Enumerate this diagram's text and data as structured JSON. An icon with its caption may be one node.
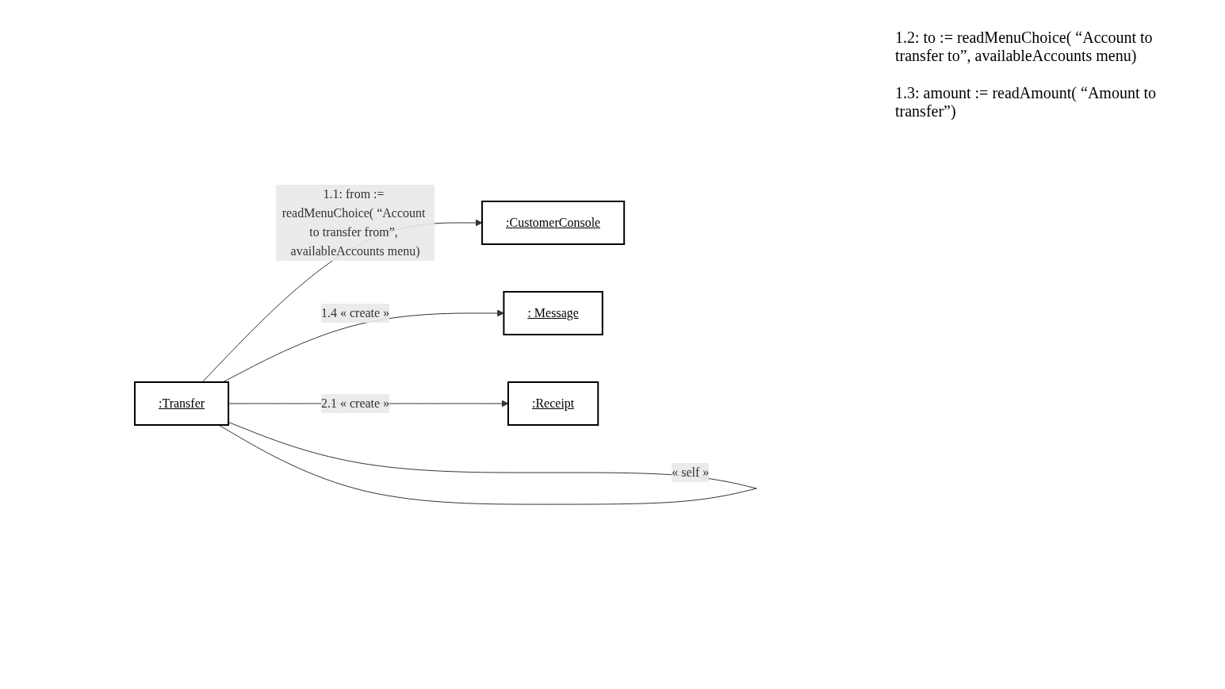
{
  "diagram": {
    "nodes": [
      {
        "text": [
          ":Transfer"
        ]
      },
      {
        "text": [
          ":CustomerConsole"
        ]
      },
      {
        "text": [
          ": Message"
        ]
      },
      {
        "text": [
          ":Receipt"
        ]
      }
    ],
    "edges": [
      {
        "from": 0,
        "to": 0,
        "arrow": "none",
        "label": "« self »"
      },
      {
        "from": 0,
        "to": 1,
        "arrow": "to",
        "label": "1.1: from := readMenuChoice( “Account to transfer from”, availableAccounts menu)"
      },
      {
        "from": 0,
        "to": 2,
        "arrow": "to",
        "label": "1.4 « create »"
      },
      {
        "from": 0,
        "to": 3,
        "arrow": "to",
        "label": "2.1 « create »"
      }
    ],
    "labels": [
      "1.2: to := readMenuChoice( “Account to transfer to”, availableAccounts menu)",
      "1.3:  amount := readAmount( “Amount to transfer”)"
    ]
  }
}
